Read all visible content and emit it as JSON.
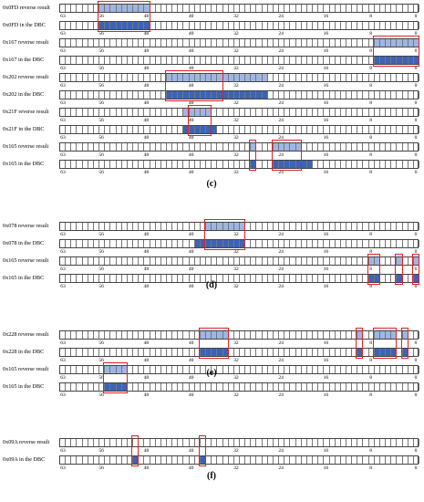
{
  "colors": {
    "light_bit": "#9fb6e4",
    "dark_bit": "#3a63b9",
    "highlight": "#e02020",
    "grid": "#777777"
  },
  "tick_labels": [
    "63",
    "56",
    "48",
    "40",
    "32",
    "24",
    "16",
    "8",
    "0"
  ],
  "panels": [
    {
      "caption": "(c)",
      "rows": [
        {
          "label": "0x0FD reverse result",
          "light": [
            [
              48,
              56
            ]
          ],
          "dark": []
        },
        {
          "label": "0x0FD in the DBC",
          "light": [],
          "dark": [
            [
              48,
              56
            ]
          ]
        },
        {
          "label": "0x167 reverse result",
          "light": [
            [
              0,
              7
            ]
          ],
          "dark": []
        },
        {
          "label": "0x167 in the DBC",
          "light": [],
          "dark": [
            [
              0,
              7
            ]
          ]
        },
        {
          "label": "0x202 reverse result",
          "light": [
            [
              27,
              44
            ]
          ],
          "dark": []
        },
        {
          "label": "0x202 in the DBC",
          "light": [],
          "dark": [
            [
              27,
              44
            ]
          ]
        },
        {
          "label": "0x21F reverse result",
          "light": [
            [
              37,
              41
            ]
          ],
          "dark": []
        },
        {
          "label": "0x21F in the DBC",
          "light": [],
          "dark": [
            [
              36,
              41
            ]
          ]
        },
        {
          "label": "0x165 reverse result",
          "light": [
            [
              29,
              29
            ],
            [
              21,
              25
            ]
          ],
          "dark": []
        },
        {
          "label": "0x165 in the DBC",
          "light": [],
          "dark": [
            [
              29,
              29
            ],
            [
              19,
              25
            ]
          ]
        }
      ],
      "boxes": [
        {
          "rows": [
            0,
            1
          ],
          "bits": [
            48,
            56
          ]
        },
        {
          "rows": [
            2,
            3
          ],
          "bits": [
            0,
            7
          ]
        },
        {
          "rows": [
            4,
            5
          ],
          "bits": [
            35,
            44
          ]
        },
        {
          "rows": [
            6,
            7
          ],
          "bits": [
            37,
            40
          ]
        },
        {
          "rows": [
            8,
            9
          ],
          "bits": [
            29,
            29
          ]
        },
        {
          "rows": [
            8,
            9
          ],
          "bits": [
            21,
            25
          ]
        }
      ]
    },
    {
      "caption": "(d)",
      "rows": [
        {
          "label": "0x078 reverse result",
          "light": [
            [
              31,
              37
            ]
          ],
          "dark": []
        },
        {
          "label": "0x078 in the DBC",
          "light": [],
          "dark": [
            [
              31,
              39
            ]
          ]
        },
        {
          "label": "0x165 reverse result",
          "light": [
            [
              7,
              8
            ],
            [
              3,
              3
            ],
            [
              0,
              0
            ]
          ],
          "dark": []
        },
        {
          "label": "0x165 in the DBC",
          "light": [],
          "dark": [
            [
              7,
              8
            ],
            [
              3,
              3
            ],
            [
              0,
              0
            ]
          ]
        }
      ],
      "boxes": [
        {
          "rows": [
            0,
            1
          ],
          "bits": [
            31,
            37
          ]
        },
        {
          "rows": [
            2,
            3
          ],
          "bits": [
            7,
            8
          ]
        },
        {
          "rows": [
            2,
            3
          ],
          "bits": [
            3,
            3
          ]
        },
        {
          "rows": [
            2,
            3
          ],
          "bits": [
            0,
            0
          ]
        }
      ]
    },
    {
      "caption": "(e)",
      "rows": [
        {
          "label": "0x228 reverse result",
          "light": [
            [
              34,
              38
            ],
            [
              10,
              10
            ],
            [
              4,
              7
            ],
            [
              2,
              2
            ]
          ],
          "dark": []
        },
        {
          "label": "0x228 in the DBC",
          "light": [],
          "dark": [
            [
              34,
              38
            ],
            [
              10,
              10
            ],
            [
              4,
              7
            ],
            [
              2,
              2
            ]
          ]
        },
        {
          "label": "0x165 reverse result",
          "light": [
            [
              52,
              55
            ]
          ],
          "dark": []
        },
        {
          "label": "0x165 in the DBC",
          "light": [],
          "dark": [
            [
              52,
              55
            ]
          ]
        }
      ],
      "boxes": [
        {
          "rows": [
            0,
            1
          ],
          "bits": [
            34,
            38
          ]
        },
        {
          "rows": [
            0,
            1
          ],
          "bits": [
            10,
            10
          ]
        },
        {
          "rows": [
            0,
            1
          ],
          "bits": [
            4,
            7
          ]
        },
        {
          "rows": [
            0,
            1
          ],
          "bits": [
            2,
            2
          ]
        },
        {
          "rows": [
            2,
            3
          ],
          "bits": [
            52,
            55
          ]
        }
      ]
    },
    {
      "caption": "(f)",
      "rows": [
        {
          "label": "0x09A reverse result",
          "light": [],
          "dark": []
        },
        {
          "label": "0x09A in the DBC",
          "light": [],
          "dark": [
            [
              50,
              50
            ],
            [
              38,
              38
            ]
          ]
        }
      ],
      "boxes": [
        {
          "rows": [
            0,
            1
          ],
          "bits": [
            50,
            50
          ]
        },
        {
          "rows": [
            0,
            1
          ],
          "bits": [
            38,
            38
          ]
        }
      ]
    }
  ]
}
